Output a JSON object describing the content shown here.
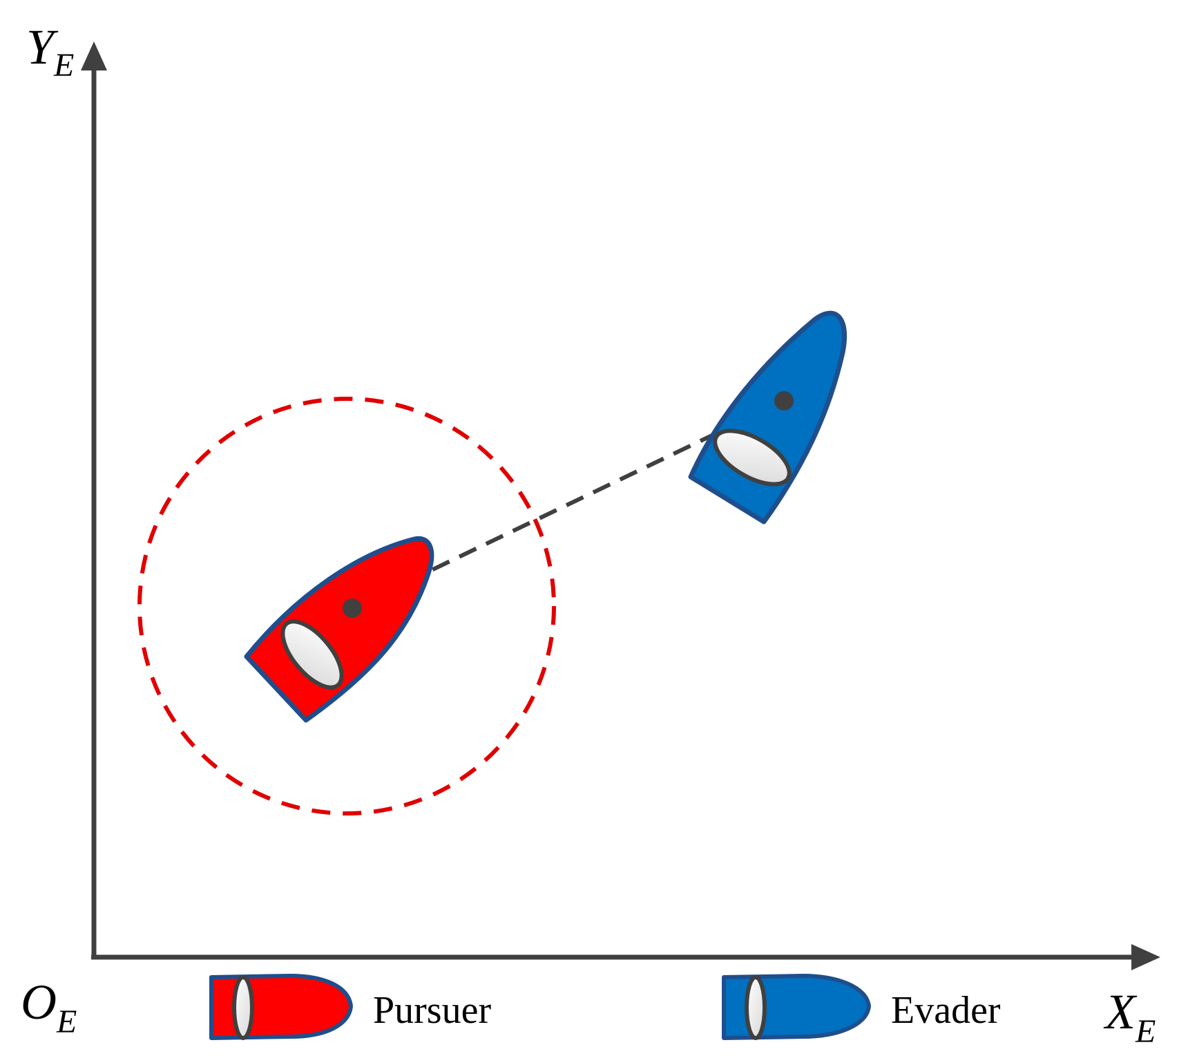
{
  "axes": {
    "y_label": "Y",
    "y_subscript": "E",
    "x_label": "X",
    "x_subscript": "E",
    "origin_label": "O",
    "origin_subscript": "E"
  },
  "legend": {
    "pursuer_label": "Pursuer",
    "evader_label": "Evader"
  },
  "colors": {
    "pursuer": "#ff0000",
    "evader": "#0070c0",
    "outline": "#1f4e8c",
    "axis": "#404040",
    "capture_circle": "#e00000",
    "line_of_sight": "#404040"
  }
}
